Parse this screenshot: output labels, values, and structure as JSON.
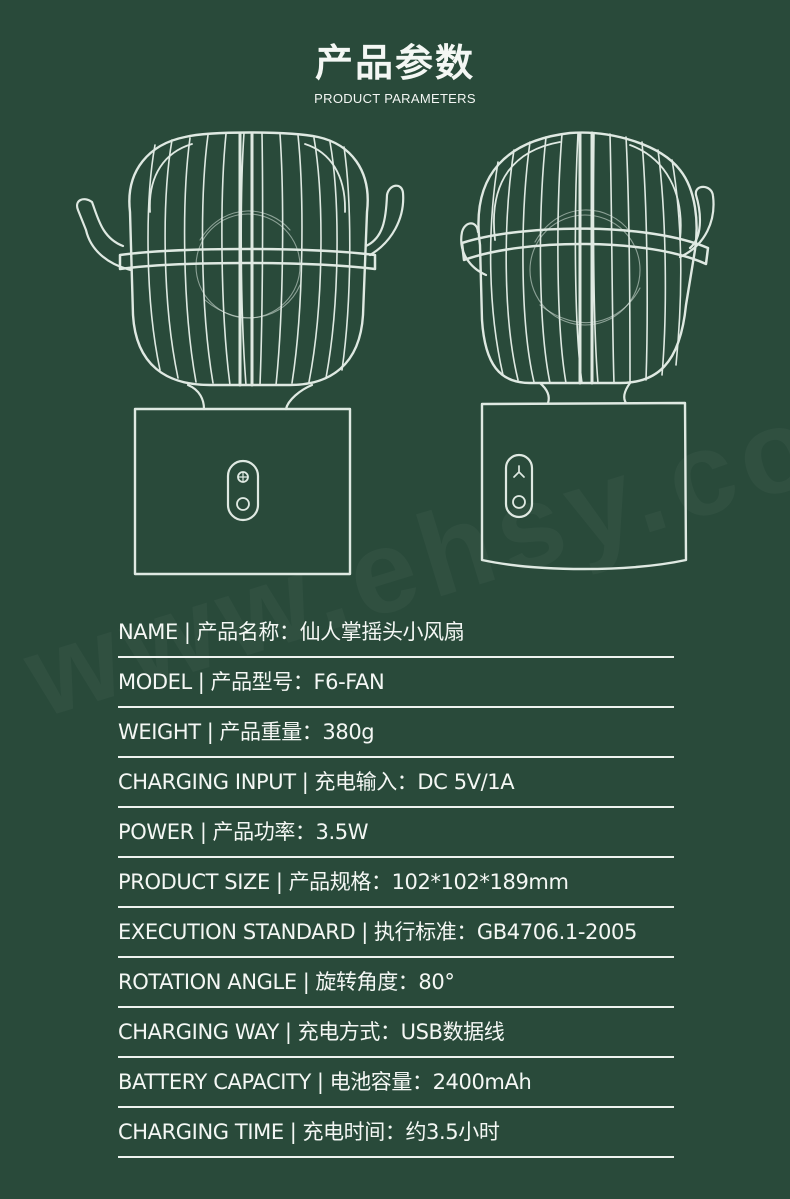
{
  "header": {
    "title": "产品参数",
    "subtitle": "PRODUCT PARAMETERS"
  },
  "watermark": "www.ehsy.com",
  "specs": [
    {
      "label": "NAME",
      "cn_label": "产品名称：",
      "value": "仙人掌摇头小风扇"
    },
    {
      "label": "MODEL",
      "cn_label": "产品型号：",
      "value": "F6-FAN"
    },
    {
      "label": "WEIGHT",
      "cn_label": "产品重量：",
      "value": "380g"
    },
    {
      "label": "CHARGING INPUT",
      "cn_label": "充电输入：",
      "value": "DC 5V/1A"
    },
    {
      "label": "POWER",
      "cn_label": "产品功率：",
      "value": "3.5W"
    },
    {
      "label": "PRODUCT SIZE",
      "cn_label": "产品规格：",
      "value": "102*102*189mm"
    },
    {
      "label": "EXECUTION STANDARD",
      "cn_label": "执行标准：",
      "value": "GB4706.1-2005"
    },
    {
      "label": "ROTATION ANGLE",
      "cn_label": "旋转角度：",
      "value": "80°"
    },
    {
      "label": "CHARGING WAY",
      "cn_label": "充电方式：",
      "value": "USB数据线"
    },
    {
      "label": "BATTERY CAPACITY",
      "cn_label": "电池容量：",
      "value": "2400mAh"
    },
    {
      "label": "CHARGING TIME",
      "cn_label": "充电时间：",
      "value": "约3.5小时"
    }
  ],
  "separator": "|",
  "colors": {
    "background": "#294a3a",
    "line": "#eef3ef"
  }
}
